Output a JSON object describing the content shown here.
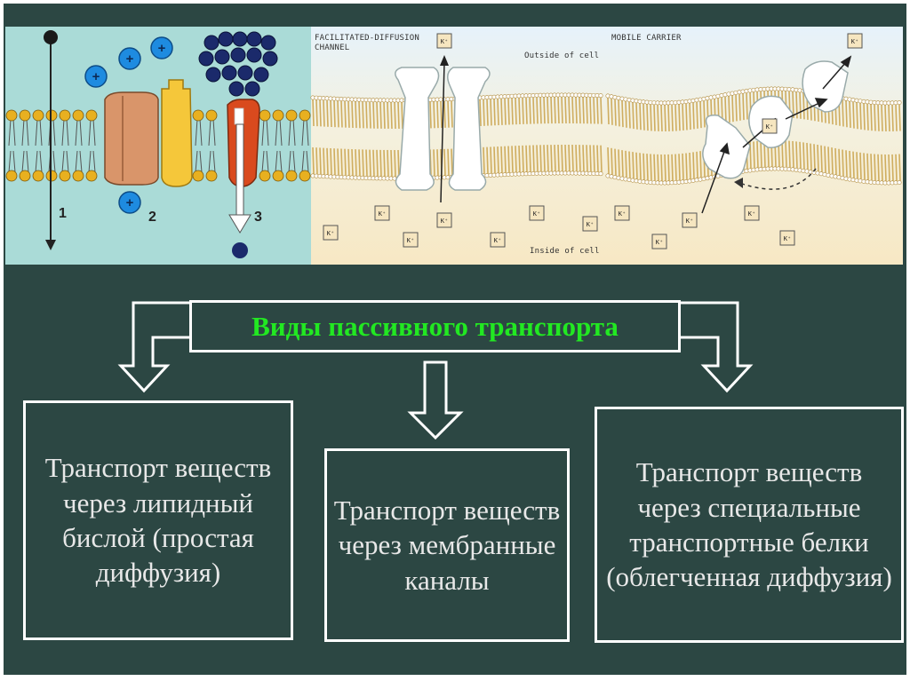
{
  "diagram": {
    "title": "Виды пассивного транспорта",
    "boxes": [
      {
        "id": "left",
        "text": "Транспорт веществ через липидный бислой (простая диффузия)"
      },
      {
        "id": "middle",
        "text": "Транспорт веществ через мембранные каналы"
      },
      {
        "id": "right",
        "text": "Транспорт веществ через специальные транспортные белки (облегченная диффузия)"
      }
    ]
  },
  "illustration": {
    "numbers": [
      "1",
      "2",
      "3"
    ],
    "channel_label": "FACILITATED-DIFFUSION\nCHANNEL",
    "carrier_label": "MOBILE CARRIER",
    "outside_label": "Outside of cell",
    "inside_label": "Inside of cell",
    "ion_label": "K⁺"
  },
  "colors": {
    "background": "#2c4743",
    "title_text": "#22e822",
    "box_text": "#e8e8e8",
    "border": "#ffffff",
    "left_panel_bg": "#aadbd7",
    "membrane_gold": "#e8b020"
  }
}
